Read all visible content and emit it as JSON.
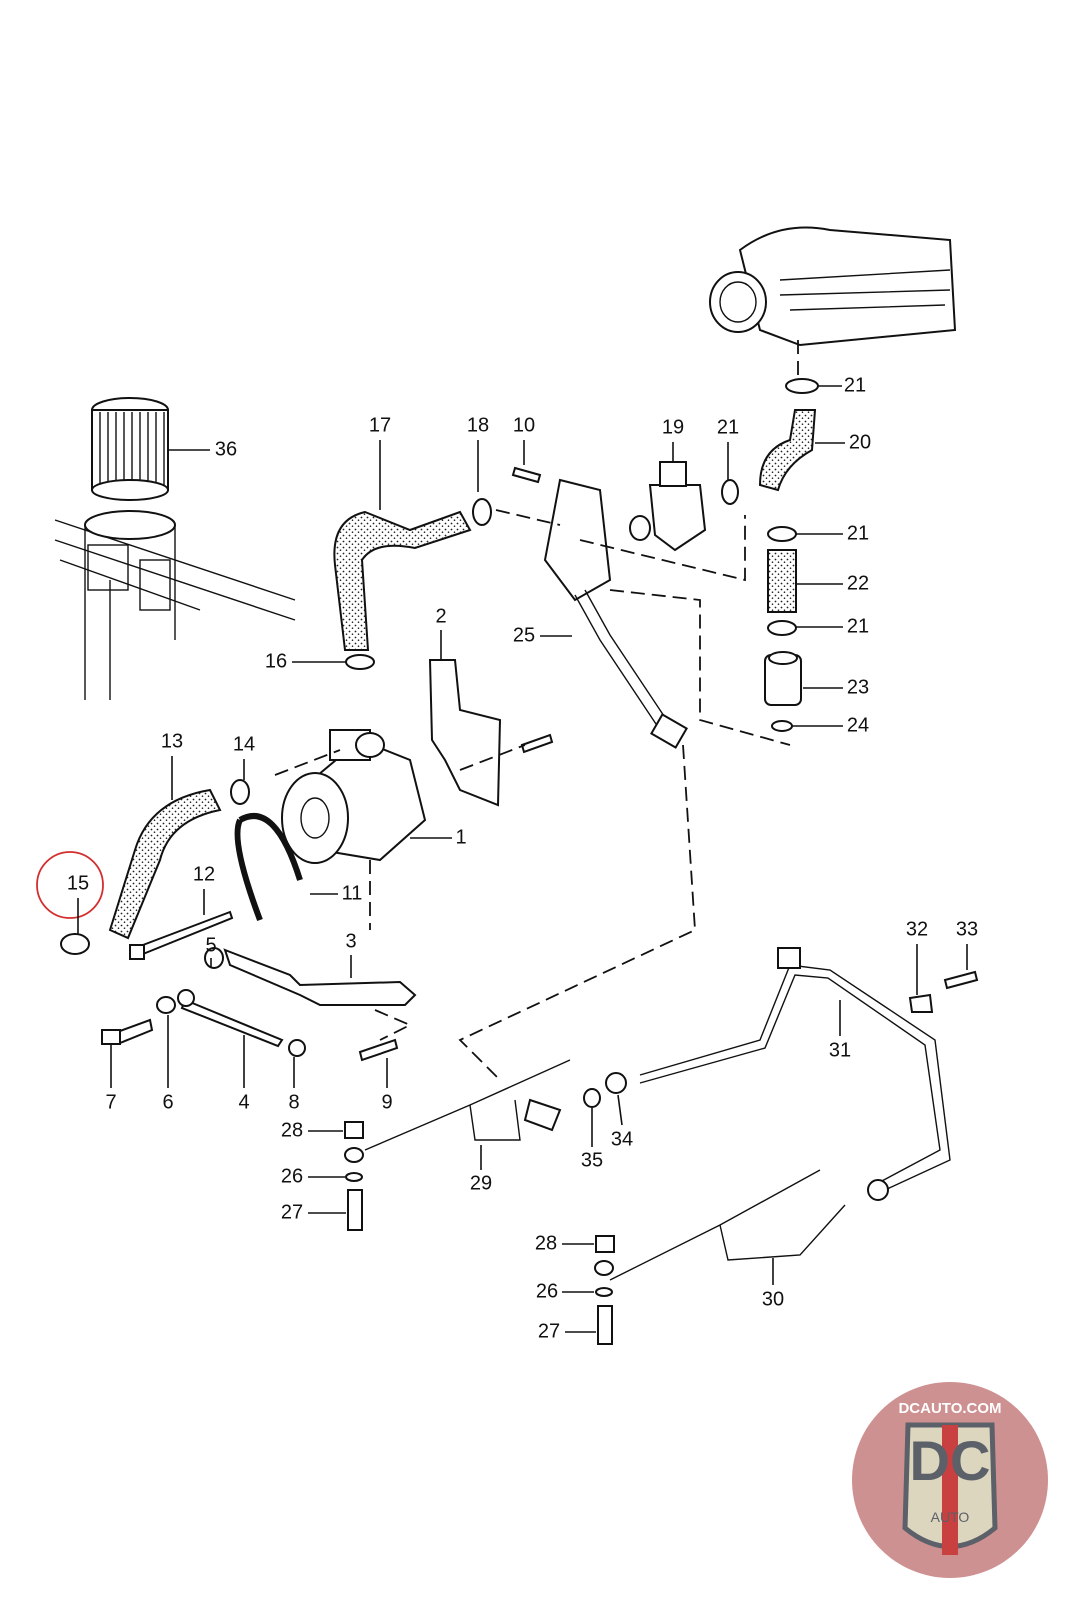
{
  "diagram": {
    "callouts": [
      "36",
      "17",
      "18",
      "10",
      "19",
      "21",
      "21",
      "20",
      "21",
      "22",
      "21",
      "23",
      "24",
      "25",
      "2",
      "16",
      "13",
      "14",
      "15",
      "12",
      "1",
      "11",
      "3",
      "5",
      "7",
      "6",
      "4",
      "8",
      "9",
      "28",
      "26",
      "27",
      "29",
      "35",
      "34",
      "31",
      "32",
      "33",
      "28",
      "26",
      "27",
      "30"
    ],
    "highlighted_callout": "15",
    "highlight_color": "#d32f2f"
  },
  "logo": {
    "text_top": "DCAUTO.COM",
    "text_main": "DC",
    "text_bottom": "AUTO",
    "colors": {
      "circle": "#c98585",
      "shield": "#dcd6bf",
      "stripe": "#c94040",
      "letters": "#5c6068"
    }
  }
}
